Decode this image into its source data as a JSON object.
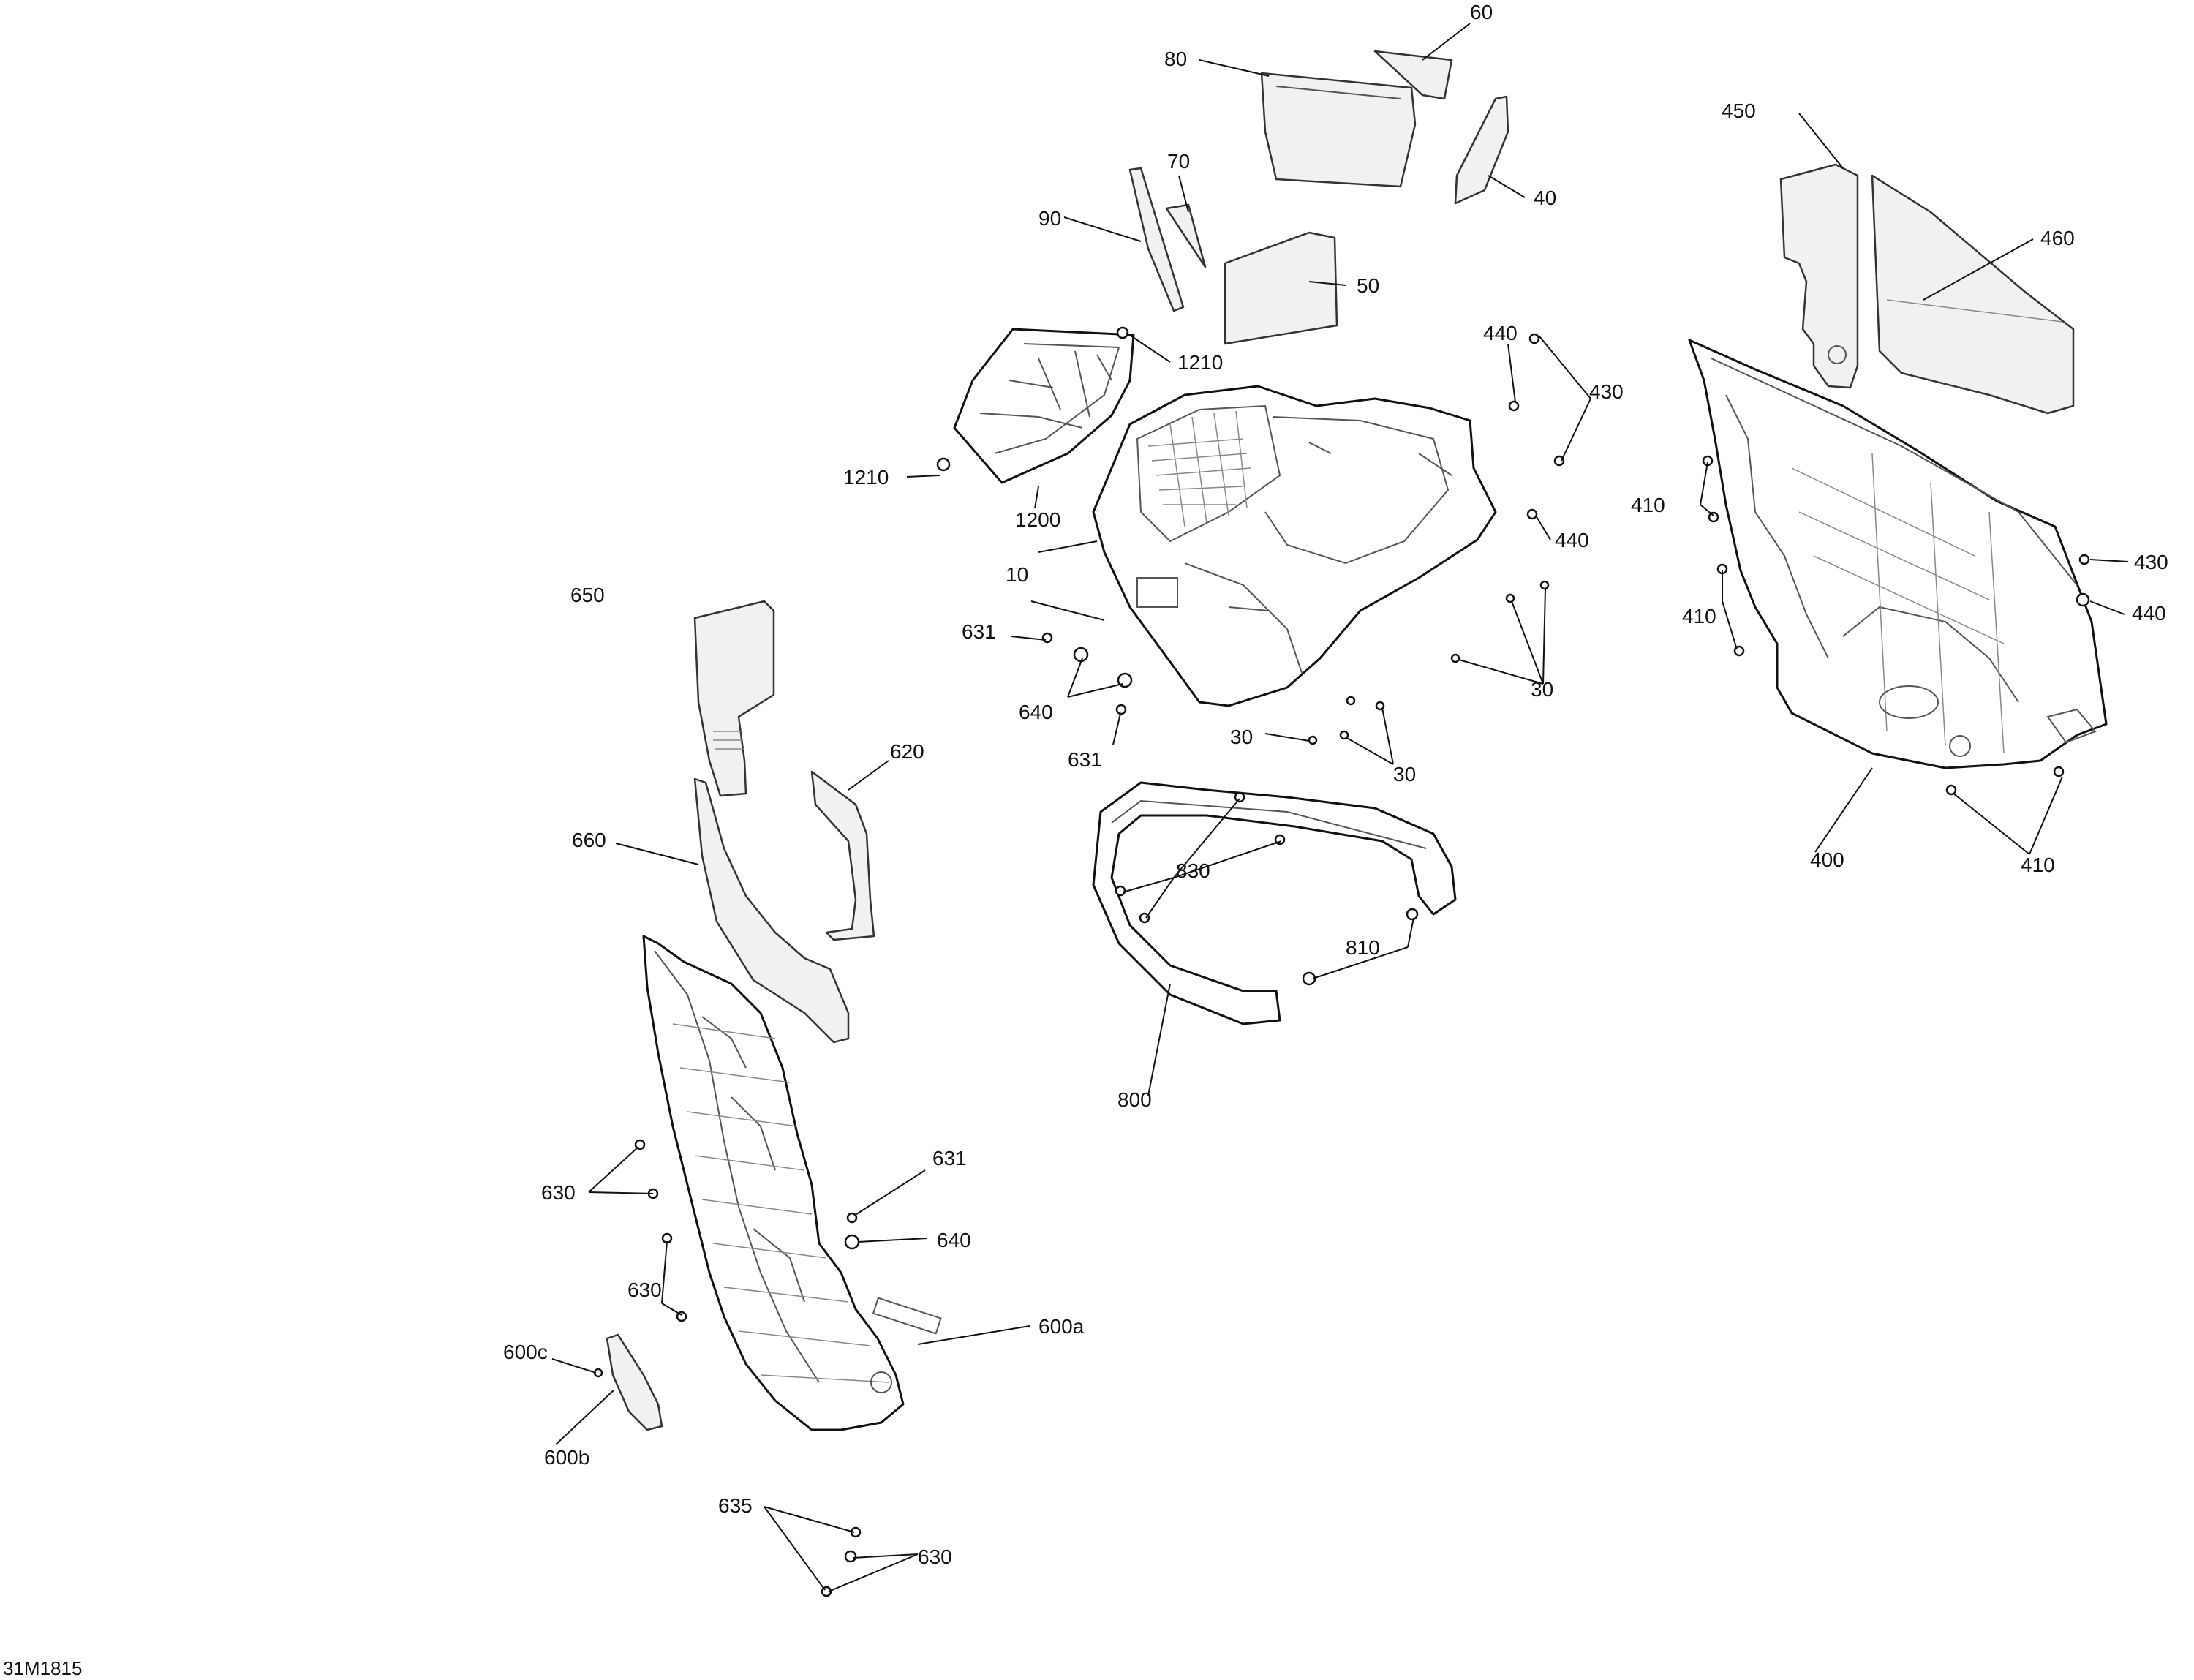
{
  "document": {
    "reference": "31M1815"
  },
  "callouts": [
    {
      "id": "c60",
      "label": "60"
    },
    {
      "id": "c80",
      "label": "80"
    },
    {
      "id": "c70",
      "label": "70"
    },
    {
      "id": "c90",
      "label": "90"
    },
    {
      "id": "c40",
      "label": "40"
    },
    {
      "id": "c50",
      "label": "50"
    },
    {
      "id": "c450",
      "label": "450"
    },
    {
      "id": "c460",
      "label": "460"
    },
    {
      "id": "c1210a",
      "label": "1210"
    },
    {
      "id": "c1210b",
      "label": "1210"
    },
    {
      "id": "c1200",
      "label": "1200"
    },
    {
      "id": "c440a",
      "label": "440"
    },
    {
      "id": "c430a",
      "label": "430"
    },
    {
      "id": "c440b",
      "label": "440"
    },
    {
      "id": "c410a",
      "label": "410"
    },
    {
      "id": "c430b",
      "label": "430"
    },
    {
      "id": "c440c",
      "label": "440"
    },
    {
      "id": "c410b",
      "label": "410"
    },
    {
      "id": "c10",
      "label": "10"
    },
    {
      "id": "c650",
      "label": "650"
    },
    {
      "id": "c631a",
      "label": "631"
    },
    {
      "id": "c640a",
      "label": "640"
    },
    {
      "id": "c631b",
      "label": "631"
    },
    {
      "id": "c30a",
      "label": "30"
    },
    {
      "id": "c30b",
      "label": "30"
    },
    {
      "id": "c30c",
      "label": "30"
    },
    {
      "id": "c620",
      "label": "620"
    },
    {
      "id": "c660",
      "label": "660"
    },
    {
      "id": "c400",
      "label": "400"
    },
    {
      "id": "c410c",
      "label": "410"
    },
    {
      "id": "c830",
      "label": "830"
    },
    {
      "id": "c810",
      "label": "810"
    },
    {
      "id": "c800",
      "label": "800"
    },
    {
      "id": "c630a",
      "label": "630"
    },
    {
      "id": "c631c",
      "label": "631"
    },
    {
      "id": "c640b",
      "label": "640"
    },
    {
      "id": "c630b",
      "label": "630"
    },
    {
      "id": "c600a",
      "label": "600a"
    },
    {
      "id": "c600c",
      "label": "600c"
    },
    {
      "id": "c600b",
      "label": "600b"
    },
    {
      "id": "c635",
      "label": "635"
    },
    {
      "id": "c630c",
      "label": "630"
    }
  ]
}
